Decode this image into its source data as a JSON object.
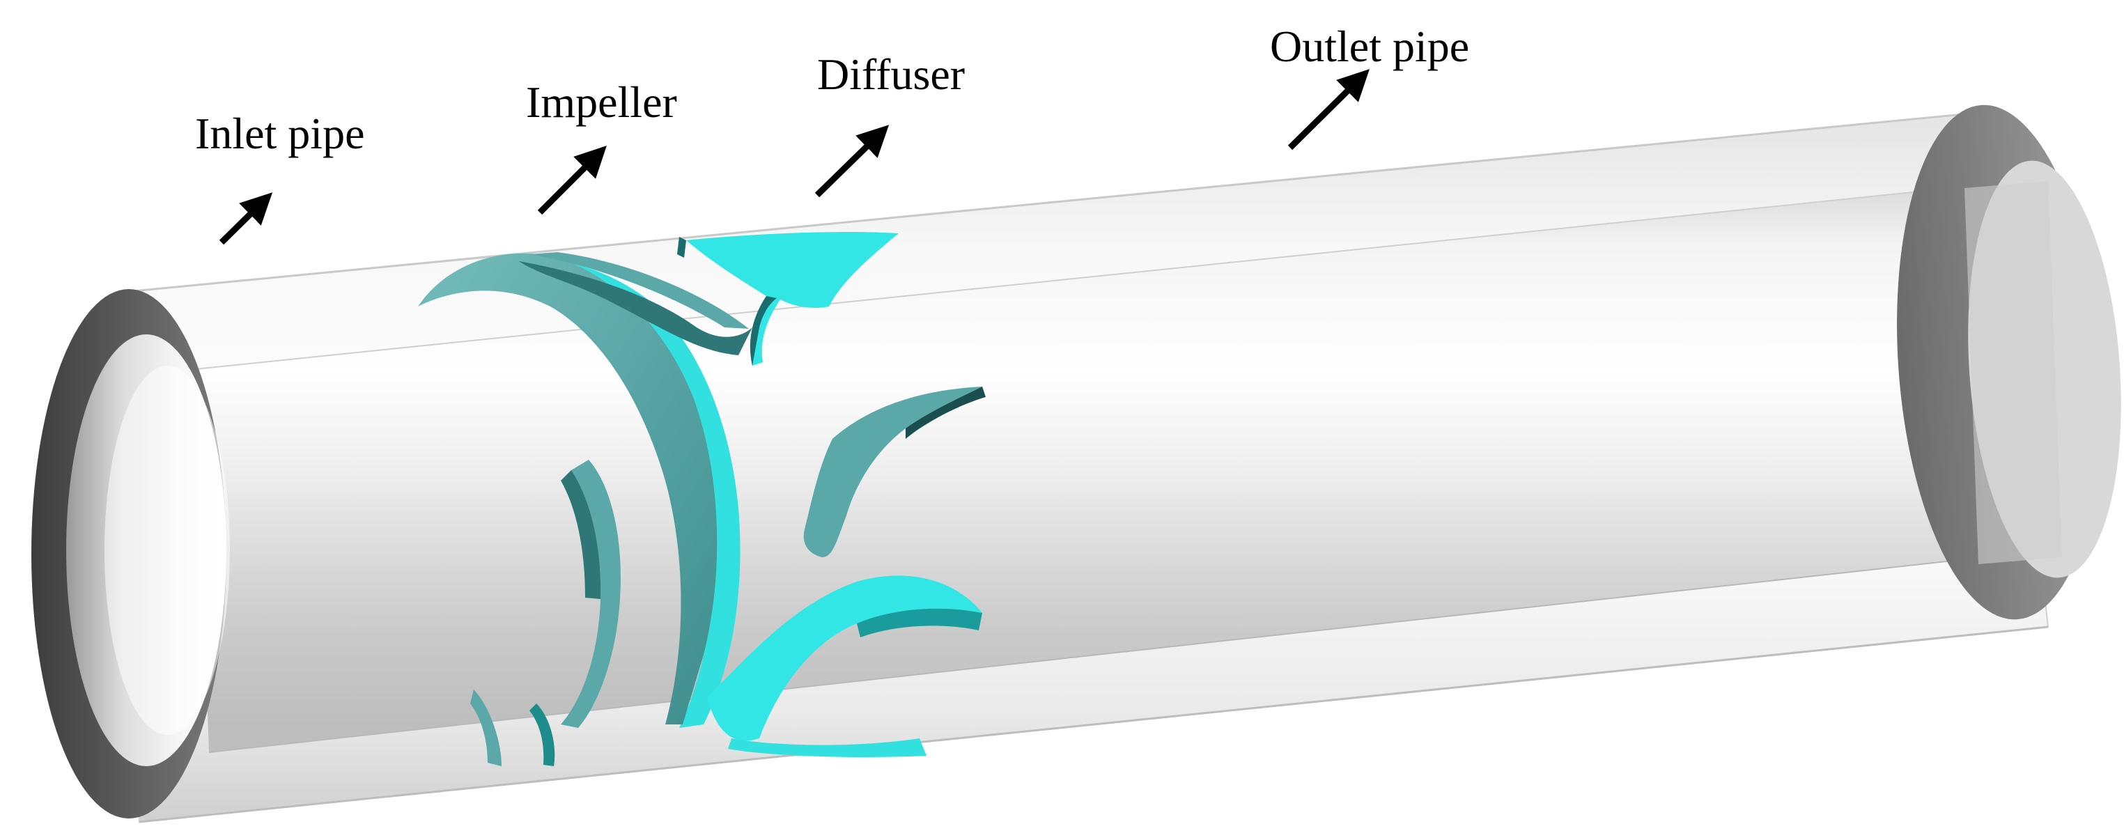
{
  "labels": {
    "inlet": "Inlet pipe",
    "impeller": "Impeller",
    "diffuser": "Diffuser",
    "outlet": "Outlet pipe"
  },
  "colors": {
    "pipe_light": "#f4f4f4",
    "pipe_mid": "#dcdcdc",
    "pipe_shadow": "#b4b4b4",
    "rim_dark": "#555555",
    "rim_mid": "#8c8c8c",
    "impeller_teal": "#5aa8a8",
    "impeller_dark": "#2f7676",
    "diffuser_cyan": "#33e6e6",
    "diffuser_dark": "#1b9c9c",
    "arrow": "#000000"
  }
}
